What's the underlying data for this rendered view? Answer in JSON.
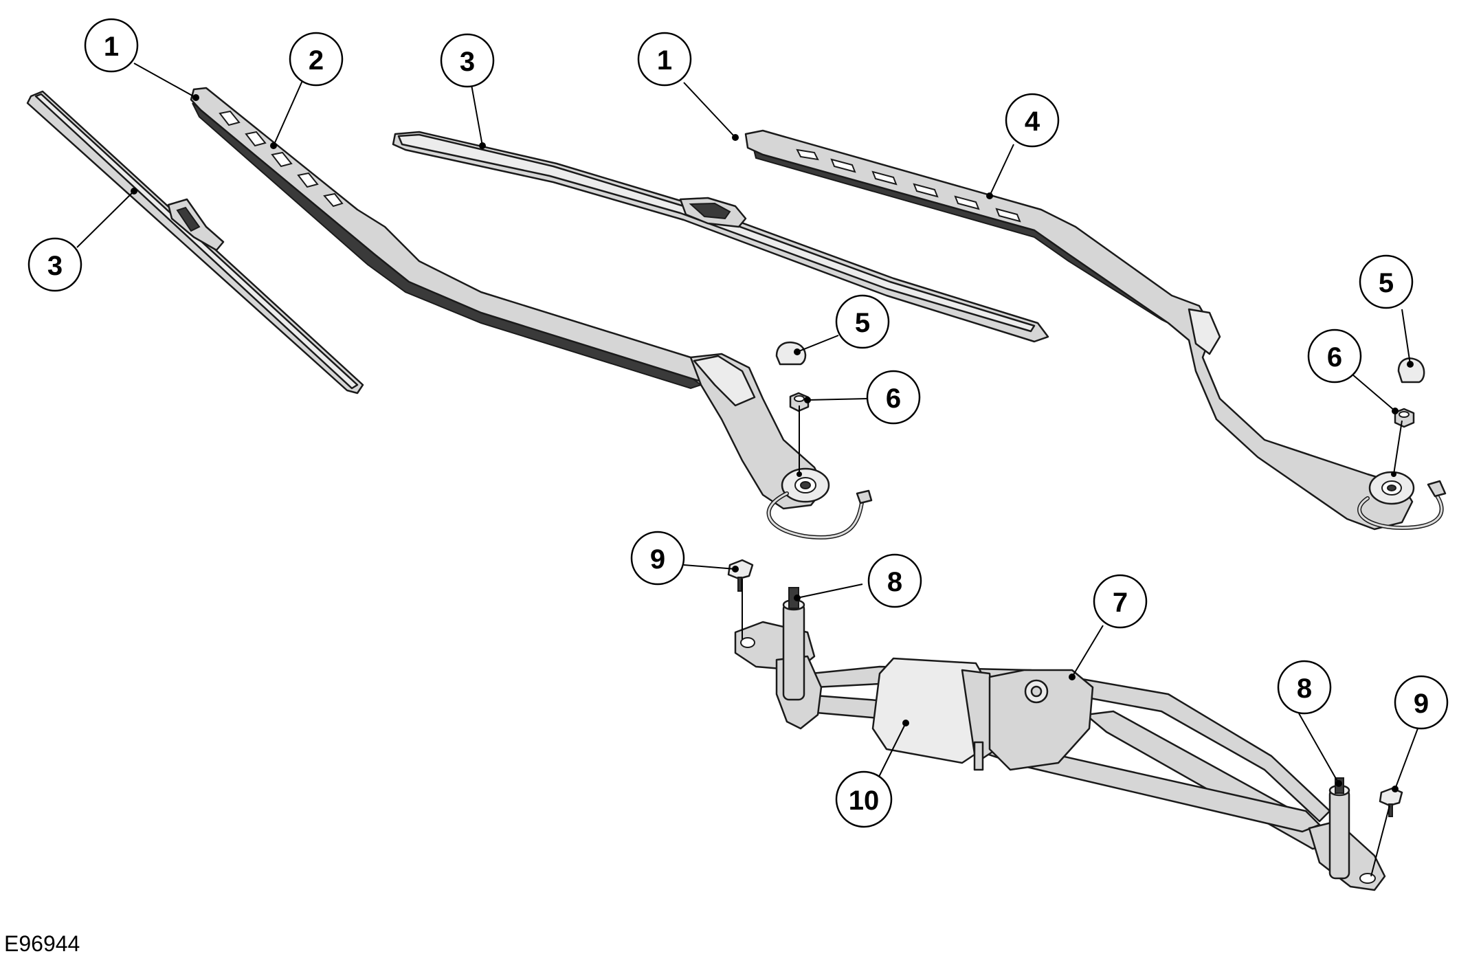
{
  "figure_id": "E96944",
  "callouts": [
    {
      "id": "c1a",
      "label": "1"
    },
    {
      "id": "c2",
      "label": "2"
    },
    {
      "id": "c3a",
      "label": "3"
    },
    {
      "id": "c3b",
      "label": "3"
    },
    {
      "id": "c1b",
      "label": "1"
    },
    {
      "id": "c4",
      "label": "4"
    },
    {
      "id": "c5a",
      "label": "5"
    },
    {
      "id": "c6a",
      "label": "6"
    },
    {
      "id": "c5b",
      "label": "5"
    },
    {
      "id": "c6b",
      "label": "6"
    },
    {
      "id": "c9a",
      "label": "9"
    },
    {
      "id": "c8a",
      "label": "8"
    },
    {
      "id": "c7",
      "label": "7"
    },
    {
      "id": "c8b",
      "label": "8"
    },
    {
      "id": "c9b",
      "label": "9"
    },
    {
      "id": "c10",
      "label": "10"
    }
  ]
}
